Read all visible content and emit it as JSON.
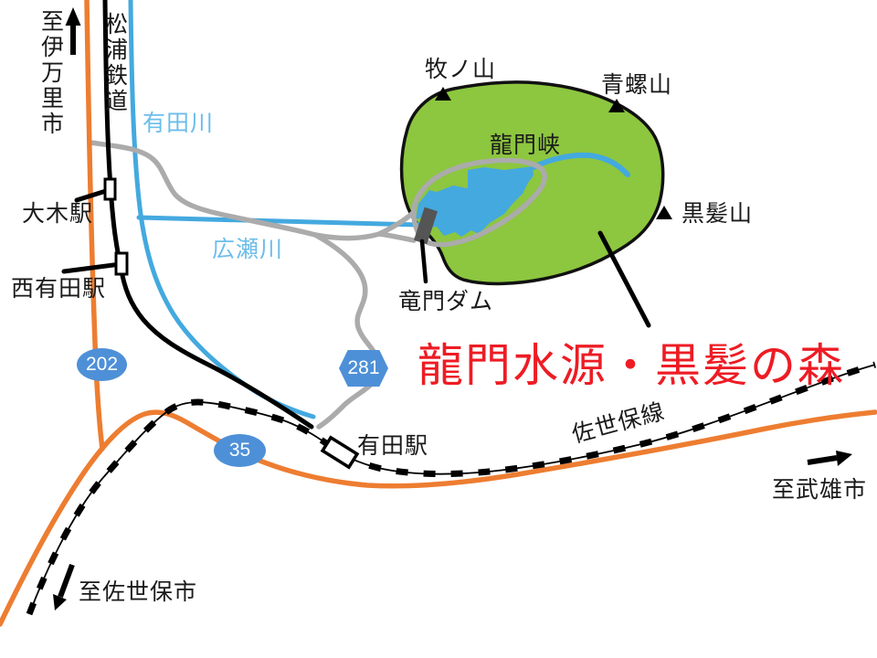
{
  "map": {
    "title": "龍門水源・黒髪の森",
    "region": {
      "gorge": "龍門峡"
    },
    "mountains": {
      "makinoyama": "牧ノ山",
      "seirazan": "青螺山",
      "kurokamiyama": "黒髪山"
    },
    "rivers": {
      "aritagawa": "有田川",
      "hirosegawa": "広瀬川"
    },
    "railways": {
      "matsuura": "松浦鉄道",
      "sasebo_line": "佐世保線"
    },
    "stations": {
      "ohki": "大木駅",
      "nishi_arita": "西有田駅",
      "arita": "有田駅"
    },
    "route_badges": {
      "r202": "202",
      "r281": "281",
      "r35": "35"
    },
    "dam": {
      "name": "竜門ダム"
    },
    "directions": {
      "imari": "至伊万里市",
      "takeo": "至武雄市",
      "sasebo": "至佐世保市"
    },
    "colors": {
      "forest_green": "#8dc63f",
      "water_blue": "#44a9df",
      "river_label_blue": "#6cbdea",
      "road_orange": "#ed7d31",
      "road_gray": "#ababab",
      "badge_blue": "#4e90d7",
      "dam_gray": "#555555",
      "title_red": "#ed1c24",
      "line_black": "#000000"
    }
  }
}
